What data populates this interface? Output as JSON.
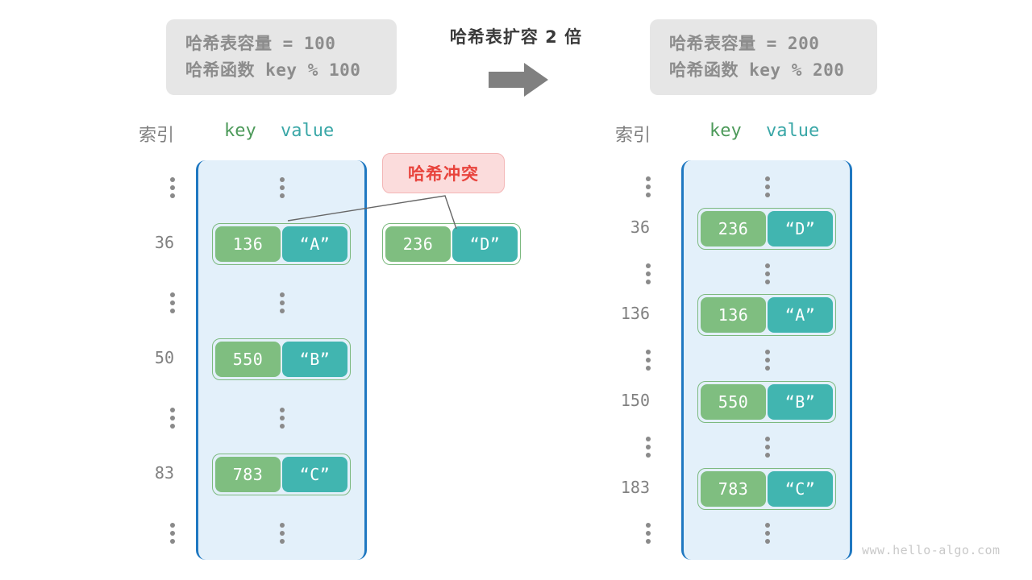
{
  "diagram": {
    "title": "哈希表扩容 2 倍",
    "watermark": "www.hello-algo.com",
    "colors": {
      "panel_fill": "#e3f0fa",
      "panel_border": "#1f78c1",
      "key_box": "#7fbe80",
      "value_box": "#41b5b0",
      "cell_border": "#7cb97f",
      "collision_fill": "#fbdcdc",
      "collision_text": "#e8443d",
      "info_box_fill": "#e6e6e6",
      "muted_text": "#808080"
    }
  },
  "info_left": {
    "line1": "哈希表容量 = 100",
    "line2": "哈希函数 key % 100"
  },
  "info_right": {
    "line1": "哈希表容量 = 200",
    "line2": "哈希函数 key % 200"
  },
  "headers": {
    "index": "索引",
    "key": "key",
    "value": "value"
  },
  "collision": {
    "label": "哈希冲突"
  },
  "left_table": {
    "rows": [
      {
        "index": "⋮",
        "type": "dots"
      },
      {
        "index": "36",
        "type": "cell",
        "key": "136",
        "value": "“A”"
      },
      {
        "index": "⋮",
        "type": "dots"
      },
      {
        "index": "50",
        "type": "cell",
        "key": "550",
        "value": "“B”"
      },
      {
        "index": "⋮",
        "type": "dots"
      },
      {
        "index": "83",
        "type": "cell",
        "key": "783",
        "value": "“C”"
      },
      {
        "index": "⋮",
        "type": "dots"
      }
    ]
  },
  "overflow_cell": {
    "key": "236",
    "value": "“D”"
  },
  "right_table": {
    "rows": [
      {
        "index": "⋮",
        "type": "dots"
      },
      {
        "index": "36",
        "type": "cell",
        "key": "236",
        "value": "“D”"
      },
      {
        "index": "⋮",
        "type": "dots"
      },
      {
        "index": "136",
        "type": "cell",
        "key": "136",
        "value": "“A”"
      },
      {
        "index": "⋮",
        "type": "dots"
      },
      {
        "index": "150",
        "type": "cell",
        "key": "550",
        "value": "“B”"
      },
      {
        "index": "⋮",
        "type": "dots"
      },
      {
        "index": "183",
        "type": "cell",
        "key": "783",
        "value": "“C”"
      },
      {
        "index": "⋮",
        "type": "dots"
      }
    ]
  }
}
